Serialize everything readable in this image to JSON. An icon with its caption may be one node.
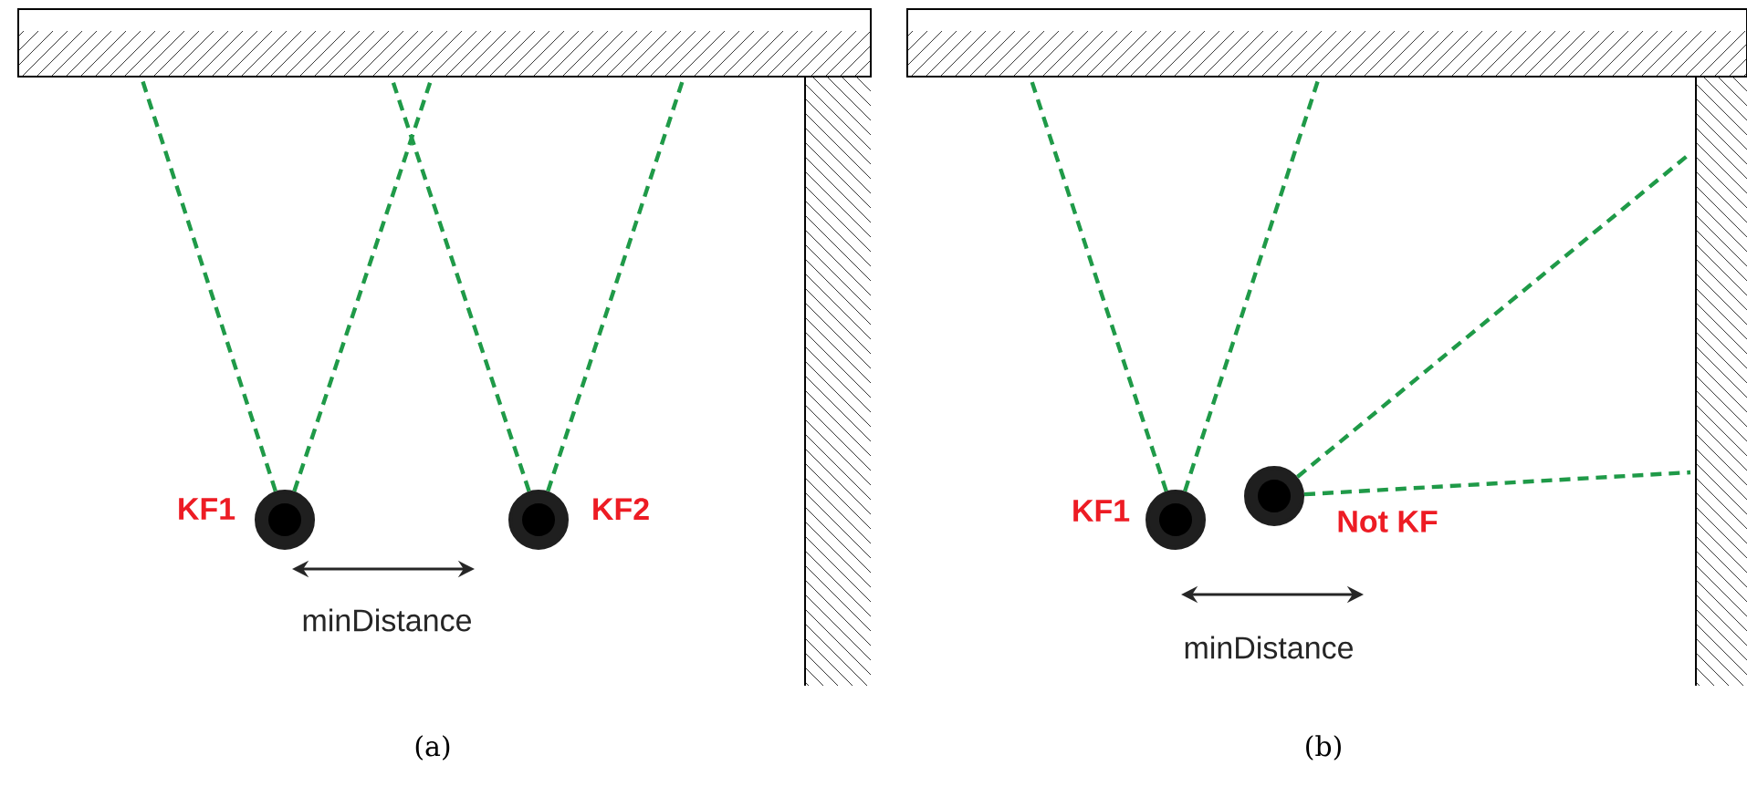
{
  "diagram": {
    "nodes": [
      {
        "text": [],
        "shape": "circle",
        "beside": [
          "KF1"
        ]
      },
      {
        "text": [],
        "shape": "circle",
        "beside": [
          "KF2"
        ]
      },
      {
        "text": [],
        "shape": "circle",
        "beside": [
          "KF1"
        ]
      },
      {
        "text": [],
        "shape": "circle",
        "beside": [
          "Not KF"
        ]
      }
    ],
    "edges": [
      {
        "from": 0,
        "to": null,
        "arrow": "none",
        "style": "dashed"
      },
      {
        "from": 0,
        "to": null,
        "arrow": "none",
        "style": "dashed"
      },
      {
        "from": 1,
        "to": null,
        "arrow": "none",
        "style": "dashed"
      },
      {
        "from": 1,
        "to": null,
        "arrow": "none",
        "style": "dashed"
      },
      {
        "from": 2,
        "to": null,
        "arrow": "none",
        "style": "dashed"
      },
      {
        "from": 2,
        "to": null,
        "arrow": "none",
        "style": "dashed"
      },
      {
        "from": 3,
        "to": null,
        "arrow": "none",
        "style": "dashed"
      },
      {
        "from": 3,
        "to": null,
        "arrow": "none",
        "style": "dashed"
      }
    ],
    "labels": [
      "minDistance",
      "(a)",
      "minDistance",
      "(b)"
    ]
  }
}
